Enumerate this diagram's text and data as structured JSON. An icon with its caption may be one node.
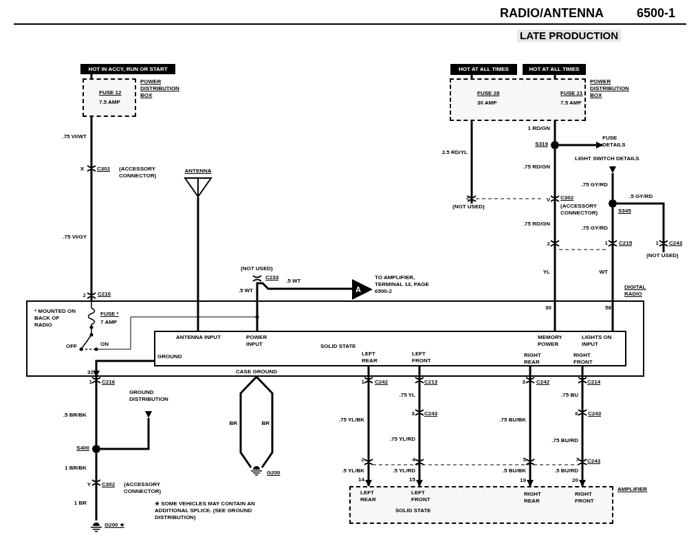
{
  "diagram": {
    "title": "RADIO/ANTENNA",
    "nodes": [
      {
        "text": [
          "HOT IN ACCY, RUN OR START"
        ]
      },
      {
        "text": [
          "FUSE 12",
          "7.5 AMP"
        ],
        "beside": [
          "POWER DISTRIBUTION BOX"
        ]
      },
      {
        "text": [
          "HOT AT ALL TIMES"
        ]
      },
      {
        "text": [
          "HOT AT ALL TIMES"
        ]
      },
      {
        "text": [
          "FUSE 28",
          "30 AMP",
          "FUSE 21",
          "7.5 AMP"
        ],
        "beside": [
          "POWER DISTRIBUTION BOX"
        ]
      },
      {
        "text": [
          "ANTENNA"
        ]
      },
      {
        "text": [
          "* MOUNTED ON BACK OF RADIO",
          "FUSE *",
          "7 AMP",
          "OFF",
          "ON"
        ],
        "beside": [
          "DIGITAL RADIO"
        ]
      },
      {
        "text": [
          "ANTENNA INPUT",
          "POWER INPUT",
          "SOLID STATE",
          "GROUND",
          "MEMORY POWER",
          "LIGHTS ON INPUT",
          "LEFT REAR",
          "LEFT FRONT",
          "RIGHT REAR",
          "RIGHT FRONT"
        ],
        "in": 6
      },
      {
        "text": [
          "A"
        ],
        "beside": [
          "TO AMPLIFIER, TERMINAL 13, PAGE 6500-2"
        ]
      },
      {
        "text": [],
        "shape": "circle",
        "beside": [
          "S319"
        ]
      },
      {
        "text": [
          "FUSE DETAILS"
        ]
      },
      {
        "text": [
          "LIGHT SWITCH DETAILS"
        ]
      },
      {
        "text": [],
        "shape": "circle",
        "beside": [
          "S345"
        ]
      },
      {
        "text": [
          "(NOT USED)"
        ]
      },
      {
        "text": [
          "(NOT USED)"
        ]
      },
      {
        "text": [],
        "shape": "circle",
        "beside": [
          "S400"
        ]
      },
      {
        "text": [
          "GROUND DISTRIBUTION"
        ]
      },
      {
        "text": [],
        "shape": "ground",
        "beside": [
          "G200 ★"
        ]
      },
      {
        "text": [],
        "shape": "ground",
        "beside": [
          "G200"
        ]
      },
      {
        "text": [
          "LEFT REAR",
          "LEFT FRONT",
          "RIGHT REAR",
          "RIGHT FRONT",
          "SOLID STATE"
        ],
        "beside": [
          "AMPLIFIER"
        ]
      }
    ],
    "edges": [
      {
        "from": 1,
        "to": 6,
        "arrow": "none"
      },
      {
        "from": 5,
        "to": 6,
        "arrow": "none"
      },
      {
        "from": 4,
        "to": 13,
        "arrow": "none"
      },
      {
        "from": 4,
        "to": 9,
        "arrow": "none"
      },
      {
        "from": 9,
        "to": 10,
        "arrow": "to"
      },
      {
        "from": 9,
        "to": 6,
        "arrow": "none"
      },
      {
        "from": 11,
        "to": 12,
        "arrow": "none"
      },
      {
        "from": 12,
        "to": 14,
        "arrow": "none"
      },
      {
        "from": 12,
        "to": 6,
        "arrow": "none"
      },
      {
        "from": 6,
        "to": 8,
        "arrow": "none"
      },
      {
        "from": 6,
        "to": 15,
        "arrow": "none"
      },
      {
        "from": 16,
        "to": 15,
        "arrow": "none"
      },
      {
        "from": 15,
        "to": 17,
        "arrow": "none"
      },
      {
        "from": 6,
        "to": 18,
        "arrow": "none"
      },
      {
        "from": 6,
        "to": 18,
        "arrow": "none"
      },
      {
        "from": 6,
        "to": 19,
        "arrow": "to"
      },
      {
        "from": 6,
        "to": 19,
        "arrow": "to"
      },
      {
        "from": 6,
        "to": 19,
        "arrow": "to"
      },
      {
        "from": 6,
        "to": 19,
        "arrow": "to"
      },
      {
        "from": 0,
        "to": 1,
        "arrow": "none"
      },
      {
        "from": 2,
        "to": 4,
        "arrow": "none"
      },
      {
        "from": 3,
        "to": 4,
        "arrow": "none"
      },
      {
        "from": 6,
        "to": 7,
        "arrow": "none"
      },
      {
        "from": 6,
        "to": 7,
        "arrow": "none"
      },
      {
        "from": 6,
        "to": 7,
        "arrow": "none"
      },
      {
        "from": 6,
        "to": 7,
        "arrow": "none"
      },
      {
        "from": 7,
        "to": 6,
        "arrow": "to"
      },
      {
        "from": 7,
        "to": 6,
        "arrow": "none"
      },
      {
        "from": 7,
        "to": 6,
        "arrow": "none"
      },
      {
        "from": 7,
        "to": 6,
        "arrow": "none"
      },
      {
        "from": 7,
        "to": 6,
        "arrow": "none"
      }
    ],
    "labels": [
      "6500-1",
      "LATE PRODUCTION",
      ".75 VI/WT",
      "X",
      "C302",
      "(ACCESSORY CONNECTOR)",
      ".75 VI/GY",
      "2",
      "C216",
      "1 RD/GN",
      "2.5 RD/YL",
      ".75 RD/GN",
      ".75 GY/RD",
      "Z",
      "V",
      "C302",
      "(ACCESSORY CONNECTOR)",
      ".5 GY/RD",
      ".75 RD/GN",
      ".75 GY/RD",
      "2",
      "1",
      "C215",
      "1",
      "C243",
      "YL",
      "WT",
      "(NOT USED)",
      "C233",
      ".5 WT",
      ".5 WT",
      "30",
      "58",
      "31",
      "1",
      "C216",
      "CASE GROUND",
      "1",
      "C242",
      "C213",
      "3",
      "C242",
      "C214",
      ".5 BR/BK",
      ".75 YL",
      ".75 BU",
      "3",
      "C243",
      "6",
      "C243",
      ".75 YL/BK",
      ".75 YL/RD",
      ".75 BU/BK",
      ".75 BU/RD",
      "BR",
      "BR",
      "2",
      "4",
      "5",
      "7",
      "C243",
      ".5 YL/BK",
      ".5 YL/RD",
      ".5 BU/BK",
      ".5 BU/RD",
      "14",
      "15",
      "19",
      "20",
      "1 BR/BK",
      "Y",
      "C302",
      "(ACCESSORY CONNECTOR)",
      "1 BR",
      "★ SOME VEHICLES MAY CONTAIN AN ADDITIONAL SPLICE. (SEE GROUND DISTRIBUTION)"
    ]
  }
}
